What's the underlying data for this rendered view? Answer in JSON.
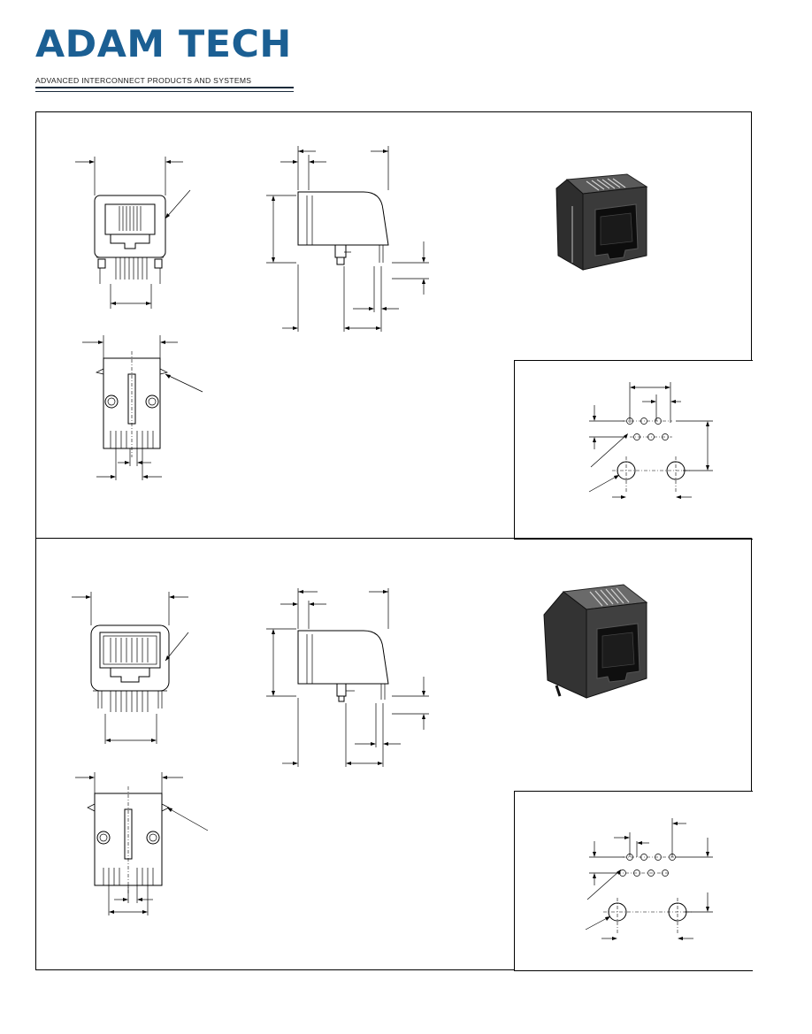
{
  "header": {
    "brand": "ADAM TECH",
    "tagline": "ADVANCED INTERCONNECT PRODUCTS AND SYSTEMS"
  },
  "colors": {
    "brand_blue": "#1b5f93",
    "rule": "#1b2b3b",
    "line": "#000000"
  },
  "sections": [
    {
      "id": "top-section",
      "contents": [
        "front-view-drawing",
        "side-view-drawing",
        "bottom-view-drawing",
        "product-photo",
        "pcb-layout-inset"
      ]
    },
    {
      "id": "bottom-section",
      "contents": [
        "front-view-drawing",
        "side-view-drawing",
        "bottom-view-drawing",
        "product-photo",
        "pcb-layout-inset"
      ]
    }
  ]
}
